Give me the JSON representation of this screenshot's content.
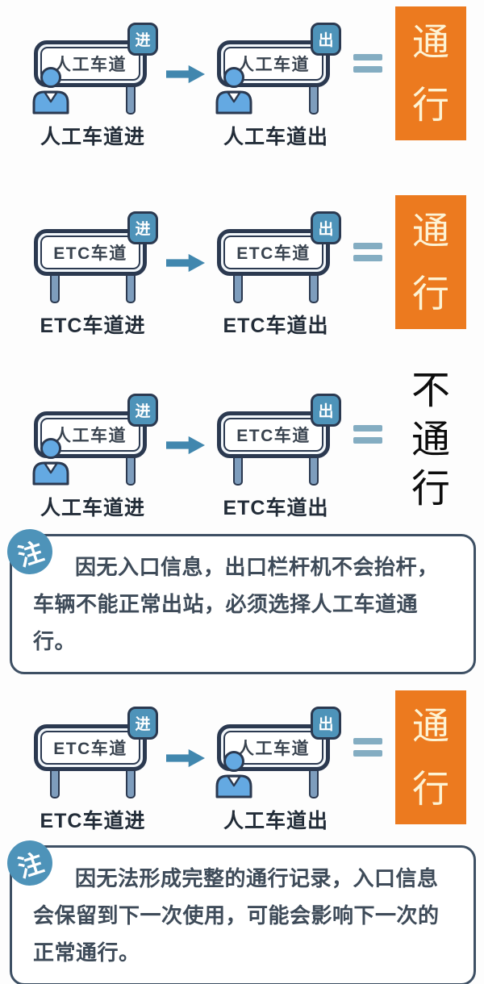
{
  "rows": [
    {
      "entry": {
        "sign_text": "人工车道",
        "badge": "进",
        "label": "人工车道进"
      },
      "exit": {
        "sign_text": "人工车道",
        "badge": "出",
        "label": "人工车道出"
      },
      "result": "通行",
      "result_type": "pass"
    },
    {
      "entry": {
        "sign_text": "ETC车道",
        "badge": "进",
        "label": "ETC车道进"
      },
      "exit": {
        "sign_text": "ETC车道",
        "badge": "出",
        "label": "ETC车道出"
      },
      "result": "通行",
      "result_type": "pass"
    },
    {
      "entry": {
        "sign_text": "人工车道",
        "badge": "进",
        "label": "人工车道进"
      },
      "exit": {
        "sign_text": "ETC车道",
        "badge": "出",
        "label": "ETC车道出"
      },
      "result": "不通行",
      "result_type": "no-pass"
    },
    {
      "entry": {
        "sign_text": "ETC车道",
        "badge": "进",
        "label": "ETC车道进"
      },
      "exit": {
        "sign_text": "人工车道",
        "badge": "出",
        "label": "人工车道出"
      },
      "result": "通行",
      "result_type": "pass"
    }
  ],
  "notes": [
    {
      "badge": "注",
      "text": "因无入口信息，出口栏杆机不会抬杆，车辆不能正常出站，必须选择人工车道通行。"
    },
    {
      "badge": "注",
      "text": "因无法形成完整的通行记录，入口信息会保留到下一次使用，可能会影响下一次的正常通行。"
    }
  ],
  "colors": {
    "pass_bg": "#ec7a1f",
    "pass_text": "#fdf3d4",
    "fail_text": "#0d0d0d",
    "outline": "#2b3950",
    "badge_bg": "#4e93b9",
    "leg_fill": "#7e9dbd",
    "person_fill": "#64a9e2",
    "arrow": "#4187ae",
    "equals": "#84adc2",
    "note_border": "#3e5064",
    "note_text": "#3e4b59"
  }
}
